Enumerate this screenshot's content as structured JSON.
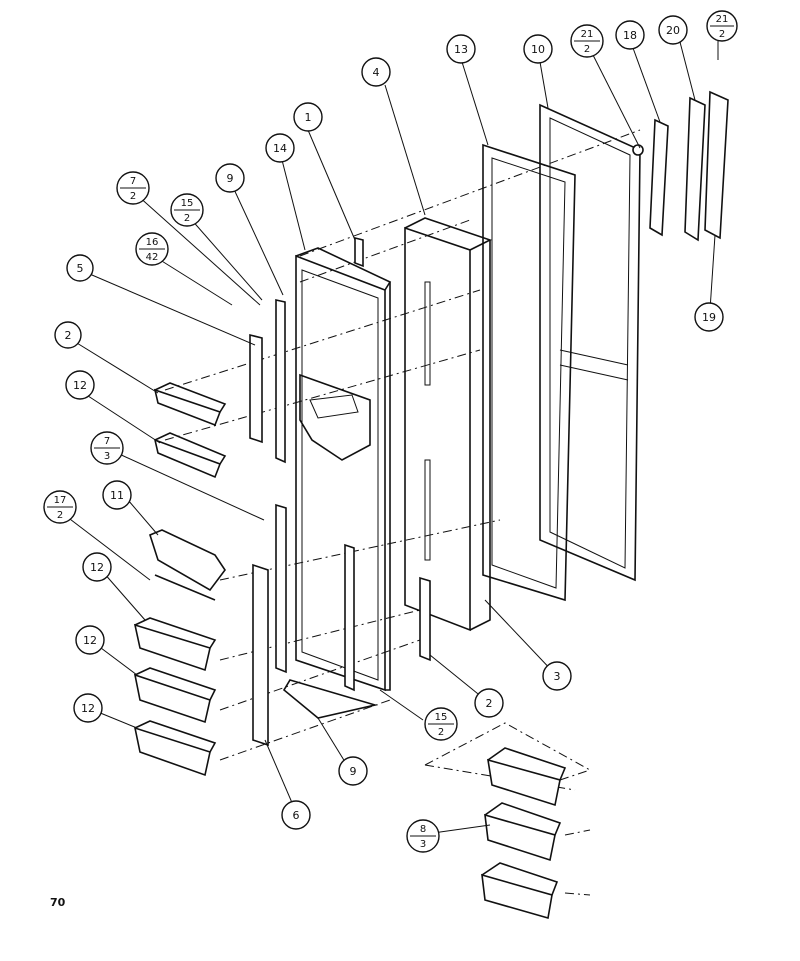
{
  "page_number": "70",
  "callouts": {
    "c1": "1",
    "c2a": "2",
    "c2b": "2",
    "c3": "3",
    "c4": "4",
    "c5": "5",
    "c6": "6",
    "c9a": "9",
    "c9b": "9",
    "c10": "10",
    "c11": "11",
    "c12a": "12",
    "c12b": "12",
    "c12c": "12",
    "c12d": "12",
    "c13": "13",
    "c14": "14",
    "c18": "18",
    "c19": "19",
    "c20": "20",
    "f7_2": {
      "num": "7",
      "den": "2"
    },
    "f15_2a": {
      "num": "15",
      "den": "2"
    },
    "f16_42": {
      "num": "16",
      "den": "42"
    },
    "f7_3": {
      "num": "7",
      "den": "3"
    },
    "f17_2": {
      "num": "17",
      "den": "2"
    },
    "f15_2b": {
      "num": "15",
      "den": "2"
    },
    "f8_3": {
      "num": "8",
      "den": "3"
    },
    "f21_2": {
      "num": "21",
      "den": "2"
    },
    "f21_2b": {
      "num": "21",
      "den": "2"
    }
  }
}
